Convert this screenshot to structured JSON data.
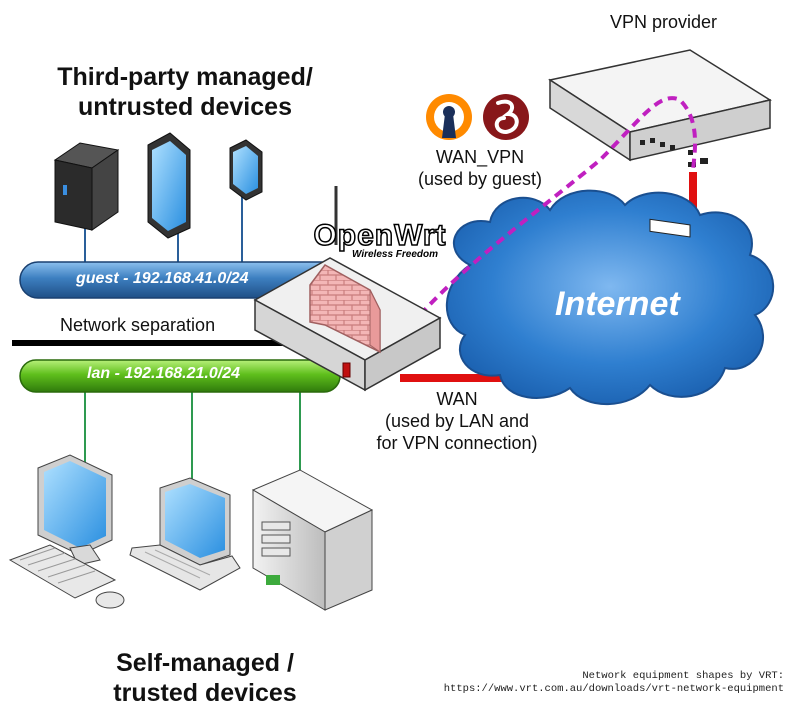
{
  "headings": {
    "untrusted": [
      "Third-party managed/",
      "untrusted devices"
    ],
    "trusted": [
      "Self-managed /",
      "trusted devices"
    ]
  },
  "networks": {
    "guest_label": "guest - 192.168.41.0/24",
    "lan_label": "lan - 192.168.21.0/24",
    "separation_label": "Network separation"
  },
  "router": {
    "brand": "OpenWrt",
    "tagline": "Wireless Freedom"
  },
  "cloud": {
    "label": "Internet"
  },
  "vpn": {
    "provider_label": "VPN provider",
    "wan_vpn_lines": [
      "WAN_VPN",
      "(used by guest)"
    ],
    "icons": [
      "openvpn-icon",
      "wireguard-icon"
    ]
  },
  "wan": {
    "lines": [
      "WAN",
      "(used by LAN and",
      "for VPN connection)"
    ]
  },
  "credit": {
    "lines": [
      "Network equipment shapes by VRT:",
      "https://www.vrt.com.au/downloads/vrt-network-equipment"
    ]
  },
  "colors": {
    "guest_bus": "#3d7fc0",
    "lan_bus": "#5fbf1c",
    "wan_link": "#e01010",
    "vpn_tunnel": "#c020c0",
    "cloud": "#2f7fd0",
    "guest_drop": "#2a5f9a",
    "lan_drop": "#2e9a50"
  }
}
